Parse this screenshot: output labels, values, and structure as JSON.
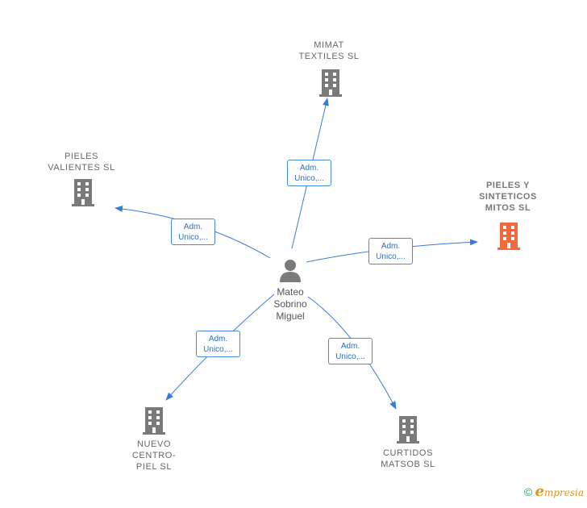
{
  "colors": {
    "edge": "#3a7bd5",
    "building": "#7a7a7a",
    "building_focus": "#f26a3c",
    "person": "#7a7a7a"
  },
  "person": {
    "name": "Mateo\nSobrino\nMiguel",
    "icon": "person-icon"
  },
  "companies": [
    {
      "id": "mimat",
      "name": "MIMAT\nTEXTILES  SL",
      "focus": false
    },
    {
      "id": "valientes",
      "name": "PIELES\nVALIENTES  SL",
      "focus": false
    },
    {
      "id": "sinteticos",
      "name": "PIELES Y\nSINTETICOS\nMITOS  SL",
      "focus": true
    },
    {
      "id": "nuevo",
      "name": "NUEVO\nCENTRO-\nPIEL  SL",
      "focus": false
    },
    {
      "id": "curtidos",
      "name": "CURTIDOS\nMATSOB  SL",
      "focus": false
    }
  ],
  "roles": [
    {
      "target": "mimat",
      "label": "Adm.\nUnico,..."
    },
    {
      "target": "valientes",
      "label": "Adm.\nUnico,..."
    },
    {
      "target": "sinteticos",
      "label": "Adm.\nUnico,..."
    },
    {
      "target": "nuevo",
      "label": "Adm.\nUnico,..."
    },
    {
      "target": "curtidos",
      "label": "Adm.\nUnico,..."
    }
  ],
  "footer": {
    "copyright": "©",
    "brand_initial": "e",
    "brand_rest": "mpresia"
  }
}
